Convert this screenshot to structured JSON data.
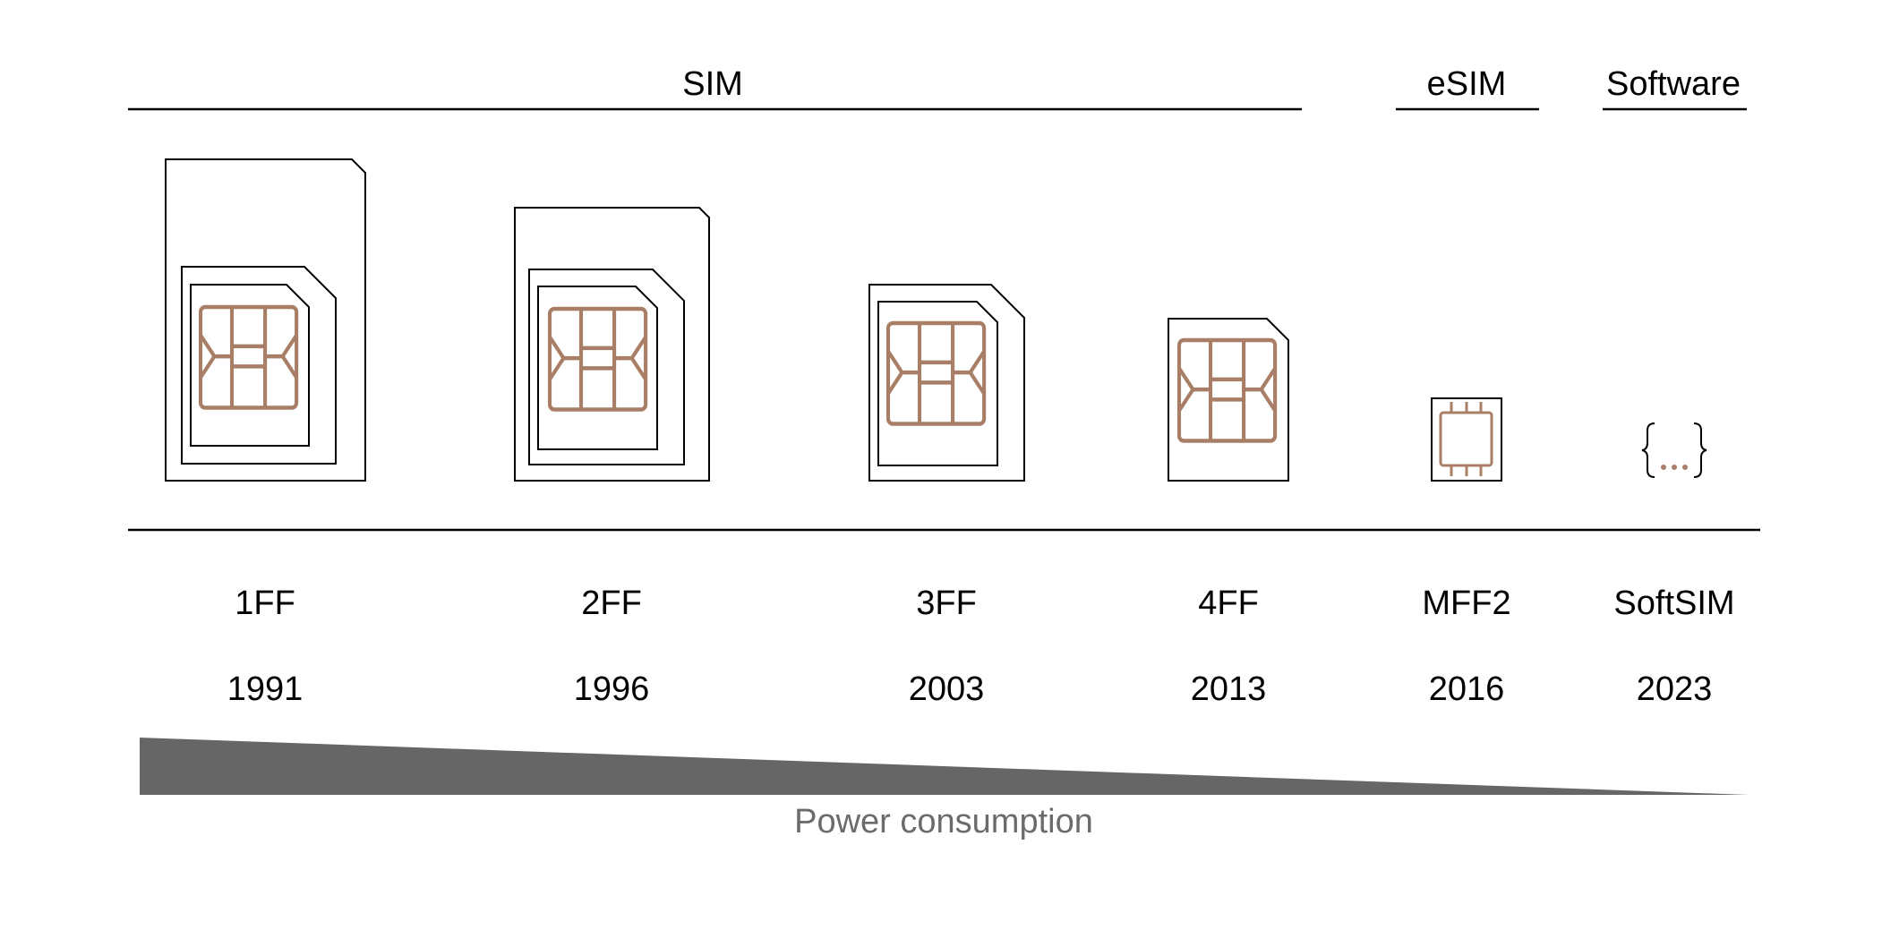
{
  "groups": [
    {
      "key": "sim",
      "label": "SIM"
    },
    {
      "key": "esim",
      "label": "eSIM"
    },
    {
      "key": "software",
      "label": "Software"
    }
  ],
  "formats": [
    {
      "key": "1ff",
      "name": "1FF",
      "year": "1991"
    },
    {
      "key": "2ff",
      "name": "2FF",
      "year": "1996"
    },
    {
      "key": "3ff",
      "name": "3FF",
      "year": "2003"
    },
    {
      "key": "4ff",
      "name": "4FF",
      "year": "2013"
    },
    {
      "key": "mff2",
      "name": "MFF2",
      "year": "2016"
    },
    {
      "key": "softsim",
      "name": "SoftSIM",
      "year": "2023"
    }
  ],
  "softsim_glyph": "{...}",
  "power_label": "Power consumption",
  "colors": {
    "outline": "#000000",
    "chip": "#a87f66",
    "wedge": "#666666",
    "power_text": "#6b6b6b"
  }
}
